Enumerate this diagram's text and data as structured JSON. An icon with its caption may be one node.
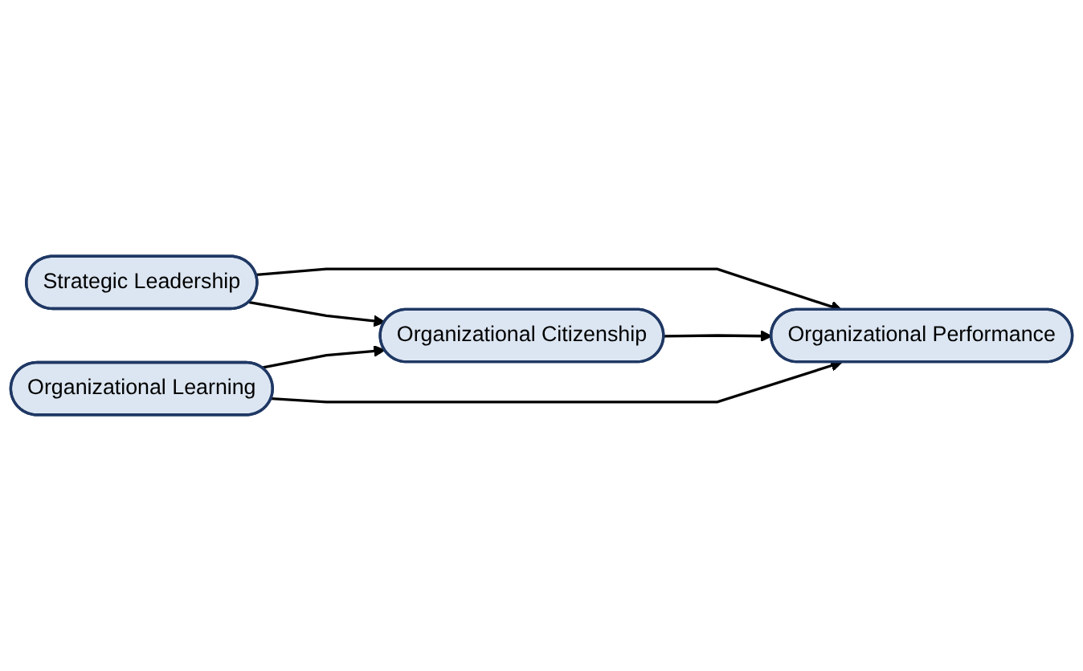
{
  "diagram": {
    "nodes": [
      {
        "text": [
          "Strategic Leadership"
        ]
      },
      {
        "text": [
          "Organizational Citizenship"
        ]
      },
      {
        "text": [
          "Organizational Learning"
        ]
      },
      {
        "text": [
          "Organizational Performance"
        ]
      }
    ],
    "edges": [
      {
        "from": 0,
        "to": 1,
        "arrow": "to"
      },
      {
        "from": 0,
        "to": 3,
        "arrow": "to"
      },
      {
        "from": 1,
        "to": 3,
        "arrow": "to"
      },
      {
        "from": 2,
        "to": 1,
        "arrow": "to"
      },
      {
        "from": 2,
        "to": 3,
        "arrow": "to"
      }
    ]
  }
}
